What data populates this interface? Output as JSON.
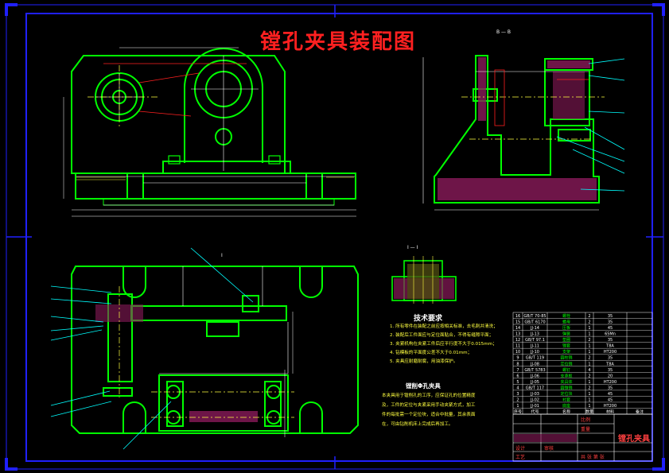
{
  "drawing": {
    "title": "镗孔夹具装配图",
    "section_label": "B — B",
    "detail_label": "I — I",
    "view_tag": "Ⅰ"
  },
  "technical_requirements": {
    "heading": "技术要求",
    "items": [
      "1. 所有零件在装配之前应按相关标准，去毛刺并清洗；",
      "2. 装配后工件面应与定位面贴合，不得有缝隙平面；",
      "3. 夹紧机构在夹紧工件后应平行度不大于0.015mm；",
      "4. 钻模板的平面度公差不大于0.01mm；",
      "5. 夹具应耐磨耐腐，用油漆保护。"
    ]
  },
  "description": {
    "heading": "镗削Φ孔夹具",
    "lines": [
      "本夹具用于镗削孔的工序，应保证孔的位置精度",
      "及，工件的定位与夹紧采用手动夹紧方式，加工",
      "件的每批需一个定位块，适合中批量，其余表面",
      "在，可由钻削机床上完成后再加工。"
    ]
  },
  "title_block": {
    "name": "镗孔夹具",
    "scale_label": "比例",
    "weight_label": "重量",
    "sheet_label": "共 张 第 张",
    "designer_label": "设计",
    "checker_label": "审核",
    "approver_label": "工艺"
  },
  "parts_list": {
    "header": [
      "序号",
      "代号",
      "名称",
      "数量",
      "材料",
      "备注"
    ],
    "rows": [
      [
        "16",
        "GB/T 70-85",
        "螺栓",
        "2",
        "35",
        ""
      ],
      [
        "15",
        "GB/T 6170",
        "螺母",
        "2",
        "35",
        ""
      ],
      [
        "14",
        "JJ-14",
        "压板",
        "1",
        "45",
        ""
      ],
      [
        "13",
        "JJ-13",
        "弹簧",
        "1",
        "65Mn",
        ""
      ],
      [
        "12",
        "GB/T 97.1",
        "垫圈",
        "2",
        "35",
        ""
      ],
      [
        "11",
        "JJ-11",
        "镗套",
        "1",
        "T8A",
        ""
      ],
      [
        "10",
        "JJ-10",
        "支架",
        "1",
        "HT200",
        ""
      ],
      [
        "9",
        "GB/T 119",
        "圆柱销",
        "2",
        "35",
        ""
      ],
      [
        "8",
        "JJ-08",
        "定位销",
        "1",
        "T8A",
        ""
      ],
      [
        "7",
        "GB/T 5783",
        "螺钉",
        "4",
        "35",
        ""
      ],
      [
        "6",
        "JJ-06",
        "支承板",
        "2",
        "20",
        ""
      ],
      [
        "5",
        "JJ-05",
        "夹具体",
        "1",
        "HT200",
        ""
      ],
      [
        "4",
        "GB/T 117",
        "圆锥销",
        "2",
        "35",
        ""
      ],
      [
        "3",
        "JJ-03",
        "定位块",
        "1",
        "45",
        ""
      ],
      [
        "2",
        "JJ-02",
        "衬套",
        "1",
        "45",
        ""
      ],
      [
        "1",
        "JJ-01",
        "底座",
        "1",
        "HT200",
        ""
      ]
    ]
  },
  "colors": {
    "border": "#2020ff",
    "outline": "#00ff00",
    "leader": "#00ffff",
    "section": "#ff2020",
    "hatch": "#ff40ff",
    "text": "#ffff40"
  }
}
